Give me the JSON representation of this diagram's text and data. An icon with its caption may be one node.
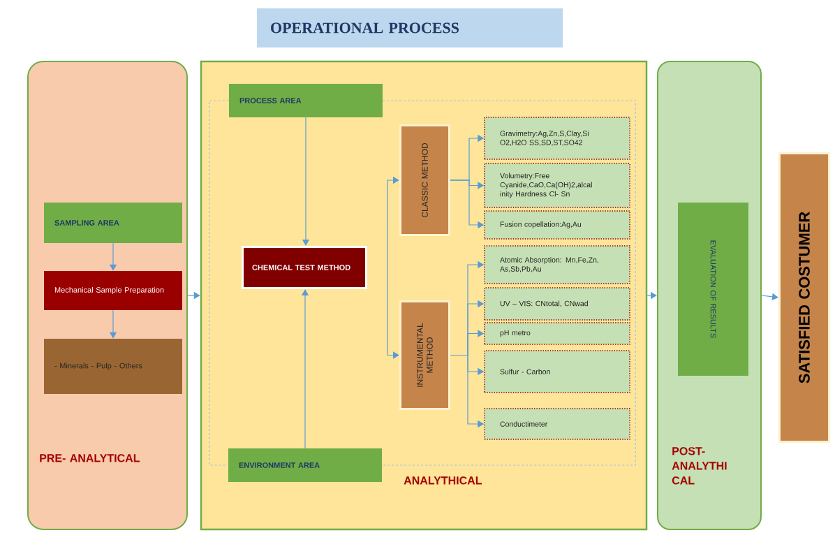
{
  "diagram": {
    "title": "OPERATIONAL PROCESS",
    "nodes": [
      {
        "text": [
          "PRE- ANALYTICAL"
        ]
      },
      {
        "text": [
          "SAMPLING AREA"
        ],
        "in": 0
      },
      {
        "text": [
          "Mechanical Sample Preparation"
        ],
        "in": 0
      },
      {
        "text": [
          "- Minerals - Pulp - Others"
        ],
        "in": 0
      },
      {
        "text": [
          "ANALYTHICAL"
        ]
      },
      {
        "text": [
          "PROCESS AREA"
        ],
        "in": 4
      },
      {
        "text": [
          "CHEMICAL TEST METHOD"
        ],
        "in": 4
      },
      {
        "text": [
          "ENVIRONMENT AREA"
        ],
        "in": 4
      },
      {
        "text": [
          "CLASSIC METHOD"
        ],
        "in": 4
      },
      {
        "text": [
          "INSTRUMENTAL METHOD"
        ],
        "in": 4
      },
      {
        "text": [
          "Gravimetry:Ag,Zn,S,Clay,Si O2,H2O SS,SD,ST,SO42"
        ],
        "in": 4
      },
      {
        "text": [
          "Volumetry:Free Cyanide,CaO,Ca(OH)2,alcal inity Hardness Cl- Sn"
        ],
        "in": 4
      },
      {
        "text": [
          "Fusion copellation:Ag,Au"
        ],
        "in": 4
      },
      {
        "text": [
          "Atomic Absorption: Mn,Fe,Zn, As,Sb,Pb,Au"
        ],
        "in": 4
      },
      {
        "text": [
          "UV – VIS: CNtotal, CNwad"
        ],
        "in": 4
      },
      {
        "text": [
          "pH metro"
        ],
        "in": 4
      },
      {
        "text": [
          "Sulfur - Carbon"
        ],
        "in": 4
      },
      {
        "text": [
          "Conductimeter"
        ],
        "in": 4
      },
      {
        "text": [
          "POST- ANALYTHI CAL"
        ]
      },
      {
        "text": [
          "EVALUATION OF RESULTS"
        ],
        "in": 18
      },
      {
        "text": [
          "SATISFIED COSTUMER"
        ]
      }
    ],
    "edges": [
      {
        "from": 1,
        "to": 2,
        "arrow": "to"
      },
      {
        "from": 2,
        "to": 3,
        "arrow": "to"
      },
      {
        "from": 0,
        "to": 4,
        "arrow": "to"
      },
      {
        "from": 5,
        "to": 6,
        "arrow": "to"
      },
      {
        "from": 7,
        "to": 6,
        "arrow": "to"
      },
      {
        "from": 5,
        "to": 7,
        "arrow": "none",
        "style": "dashed",
        "color": "#9dc3e6"
      },
      {
        "from": 5,
        "to": 7,
        "arrow": "none",
        "style": "dashed",
        "color": "#9dc3e6"
      },
      {
        "from": null,
        "to": 8,
        "arrow": "to"
      },
      {
        "from": null,
        "to": 9,
        "arrow": "to"
      },
      {
        "from": 8,
        "to": 10,
        "arrow": "to"
      },
      {
        "from": 8,
        "to": 11,
        "arrow": "to"
      },
      {
        "from": 8,
        "to": 12,
        "arrow": "to"
      },
      {
        "from": 9,
        "to": 13,
        "arrow": "to"
      },
      {
        "from": 9,
        "to": 14,
        "arrow": "to"
      },
      {
        "from": 9,
        "to": 15,
        "arrow": "to"
      },
      {
        "from": 9,
        "to": 16,
        "arrow": "to"
      },
      {
        "from": 9,
        "to": 17,
        "arrow": "to"
      },
      {
        "from": 4,
        "to": 18,
        "arrow": "to"
      },
      {
        "from": 18,
        "to": 20,
        "arrow": "to"
      }
    ]
  }
}
